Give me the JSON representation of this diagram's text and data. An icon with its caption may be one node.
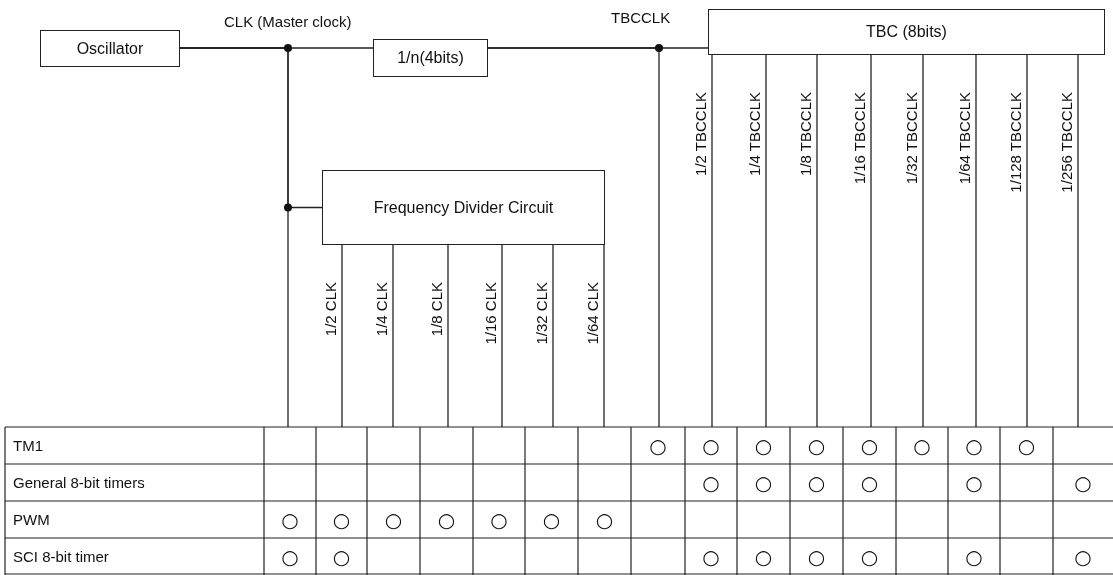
{
  "diagram": {
    "nodes": [
      {
        "text": [
          "Oscillator"
        ]
      },
      {
        "text": [
          "1/n(4bits)"
        ]
      },
      {
        "text": [
          "TBC (8bits)"
        ]
      },
      {
        "text": [
          "Frequency Divider Circuit"
        ]
      }
    ],
    "edges": [
      {
        "from": 0,
        "to": 1,
        "arrow": "none",
        "label": "CLK (Master clock)"
      },
      {
        "from": 1,
        "to": 2,
        "arrow": "none",
        "label": "TBCCLK"
      },
      {
        "from": 0,
        "to": 3,
        "arrow": "none"
      },
      {
        "from": 0,
        "to": null,
        "arrow": "none"
      },
      {
        "from": 3,
        "to": null,
        "arrow": "none",
        "label": "1/2 CLK"
      },
      {
        "from": 3,
        "to": null,
        "arrow": "none",
        "label": "1/4 CLK"
      },
      {
        "from": 3,
        "to": null,
        "arrow": "none",
        "label": "1/8 CLK"
      },
      {
        "from": 3,
        "to": null,
        "arrow": "none",
        "label": "1/16 CLK"
      },
      {
        "from": 3,
        "to": null,
        "arrow": "none",
        "label": "1/32 CLK"
      },
      {
        "from": 3,
        "to": null,
        "arrow": "none",
        "label": "1/64 CLK"
      },
      {
        "from": 1,
        "to": null,
        "arrow": "none"
      },
      {
        "from": 2,
        "to": null,
        "arrow": "none",
        "label": "1/2 TBCCLK"
      },
      {
        "from": 2,
        "to": null,
        "arrow": "none",
        "label": "1/4 TBCCLK"
      },
      {
        "from": 2,
        "to": null,
        "arrow": "none",
        "label": "1/8 TBCCLK"
      },
      {
        "from": 2,
        "to": null,
        "arrow": "none",
        "label": "1/16 TBCCLK"
      },
      {
        "from": 2,
        "to": null,
        "arrow": "none",
        "label": "1/32 TBCCLK"
      },
      {
        "from": 2,
        "to": null,
        "arrow": "none",
        "label": "1/64 TBCCLK"
      },
      {
        "from": 2,
        "to": null,
        "arrow": "none",
        "label": "1/128 TBCCLK"
      },
      {
        "from": 2,
        "to": null,
        "arrow": "none",
        "label": "1/256 TBCCLK"
      }
    ],
    "labels": [
      "TM1",
      "○",
      "○",
      "○",
      "○",
      "○",
      "○",
      "○",
      "○",
      "General 8-bit timers",
      "○",
      "○",
      "○",
      "○",
      "○",
      "○",
      "PWM",
      "○",
      "○",
      "○",
      "○",
      "○",
      "○",
      "○",
      "SCI 8-bit timer",
      "○",
      "○",
      "○",
      "○",
      "○",
      "○",
      "○",
      "○"
    ]
  }
}
